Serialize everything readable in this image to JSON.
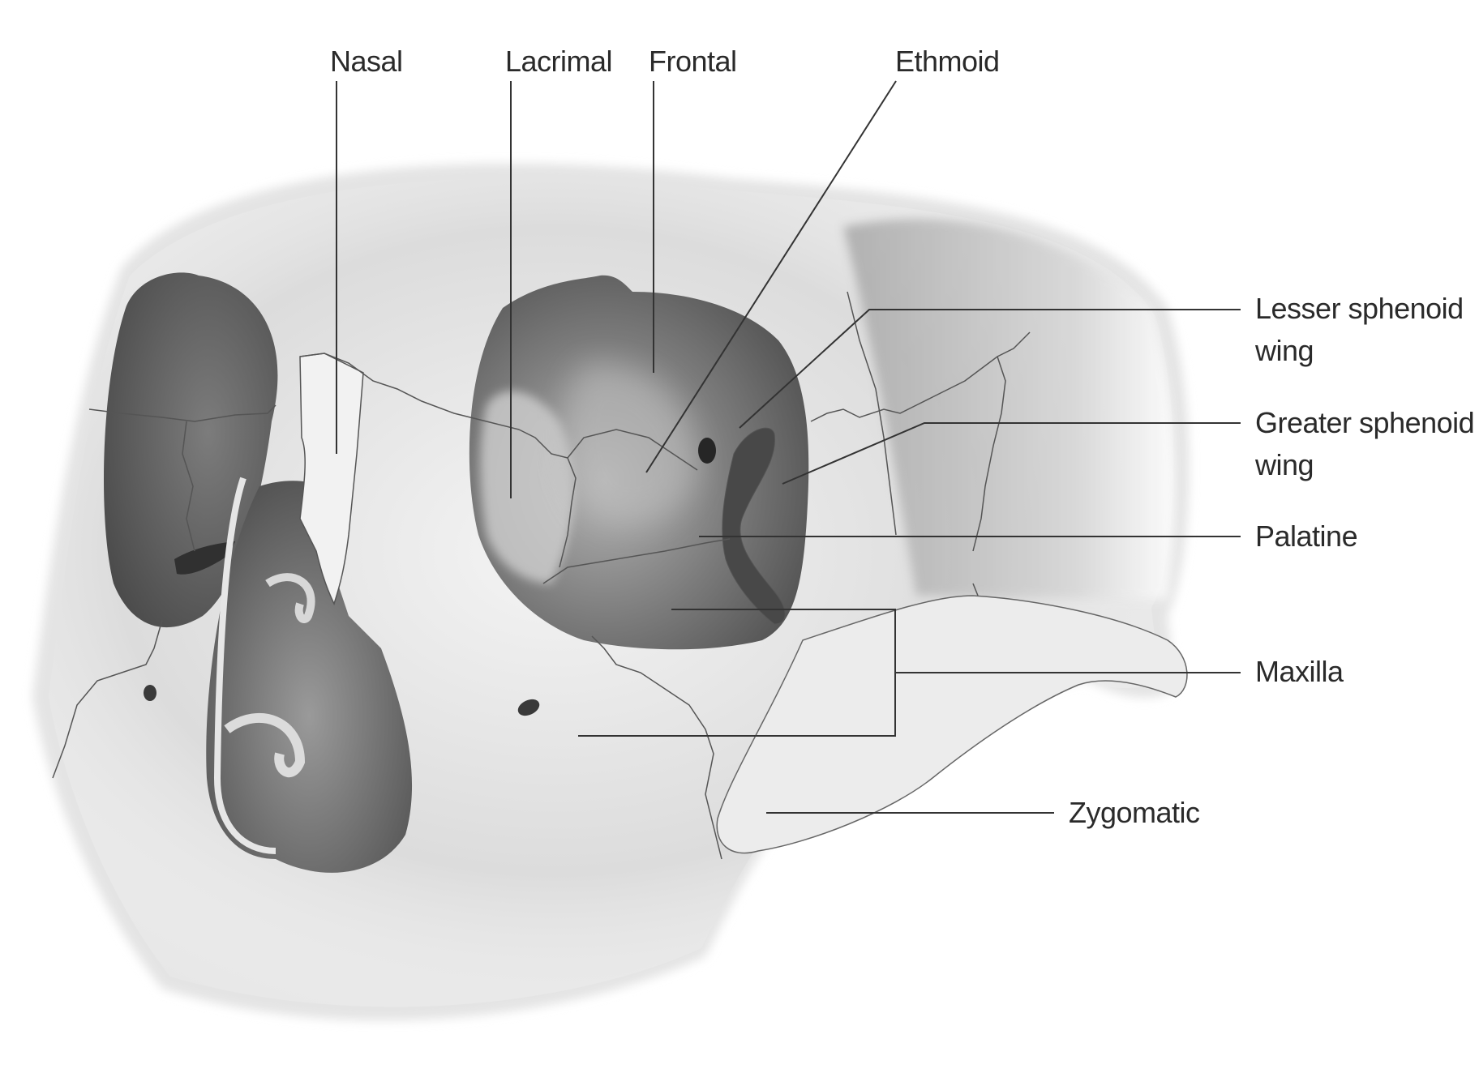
{
  "figure": {
    "subject": "Bones of the orbit, anterolateral view of skull",
    "colors": {
      "background": "#ffffff",
      "bone_light": "#eeeeee",
      "bone_mid": "#c8c8c8",
      "orbit_dark": "#6a6a6a",
      "fissure": "#3a3a3a",
      "leader_line": "#333333",
      "label_text": "#2a2a2a"
    }
  },
  "labels": {
    "nasal": "Nasal",
    "lacrimal": "Lacrimal",
    "frontal": "Frontal",
    "ethmoid": "Ethmoid",
    "lesser_sphenoid_line1": "Lesser sphenoid",
    "lesser_sphenoid_line2": "wing",
    "greater_sphenoid_line1": "Greater sphenoid",
    "greater_sphenoid_line2": "wing",
    "palatine": "Palatine",
    "maxilla": "Maxilla",
    "zygomatic": "Zygomatic"
  }
}
